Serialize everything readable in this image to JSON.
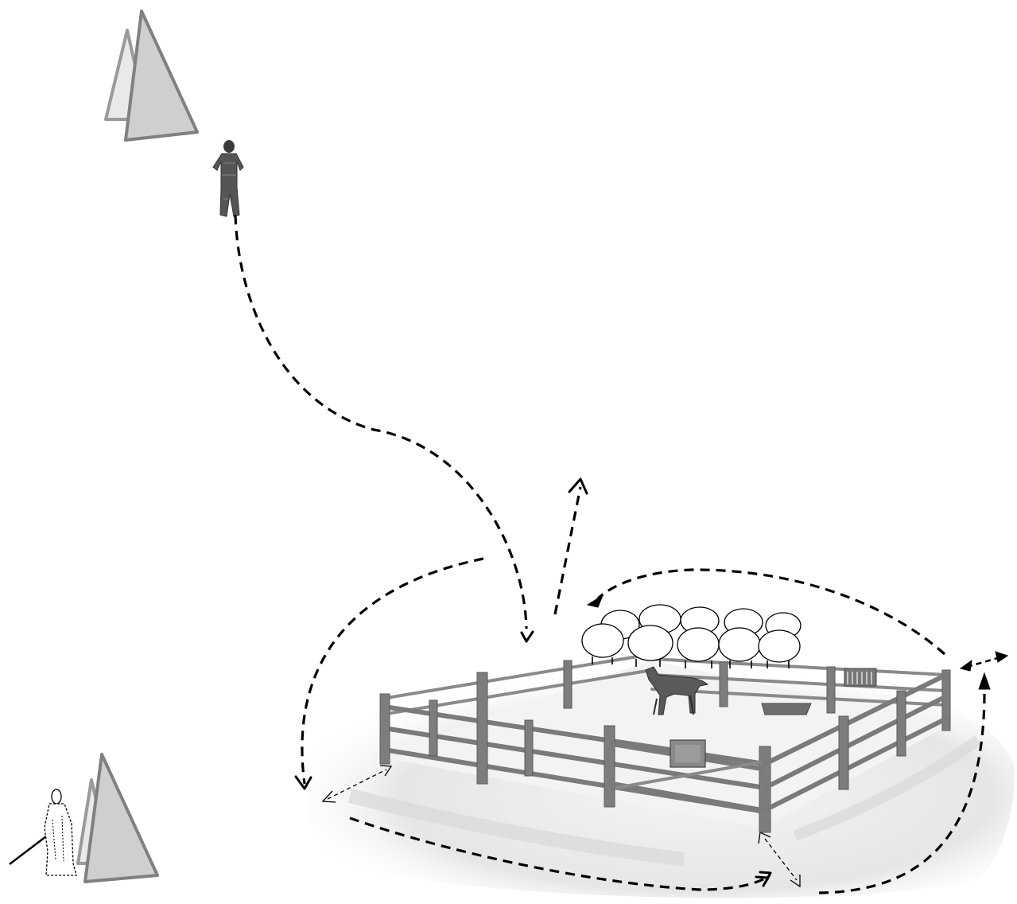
{
  "scene": {
    "background_color": "#ffffff",
    "ground_color": "#ebebeb",
    "fence_color": "#7d7d7d",
    "tent_front_color": "#cfcfcf",
    "tent_back_color": "#e9e9e9",
    "path_color": "#000000"
  },
  "elements": {
    "tents": [
      "tent-top-left",
      "tent-bottom-left"
    ],
    "figures": [
      "man-in-bite-suit",
      "shepherd-with-staff",
      "dog",
      "flock-of-sheep"
    ],
    "structures": [
      "sheep-pen-fence",
      "pen-gate",
      "water-trough",
      "hay-feeder",
      "gate-sign"
    ]
  }
}
